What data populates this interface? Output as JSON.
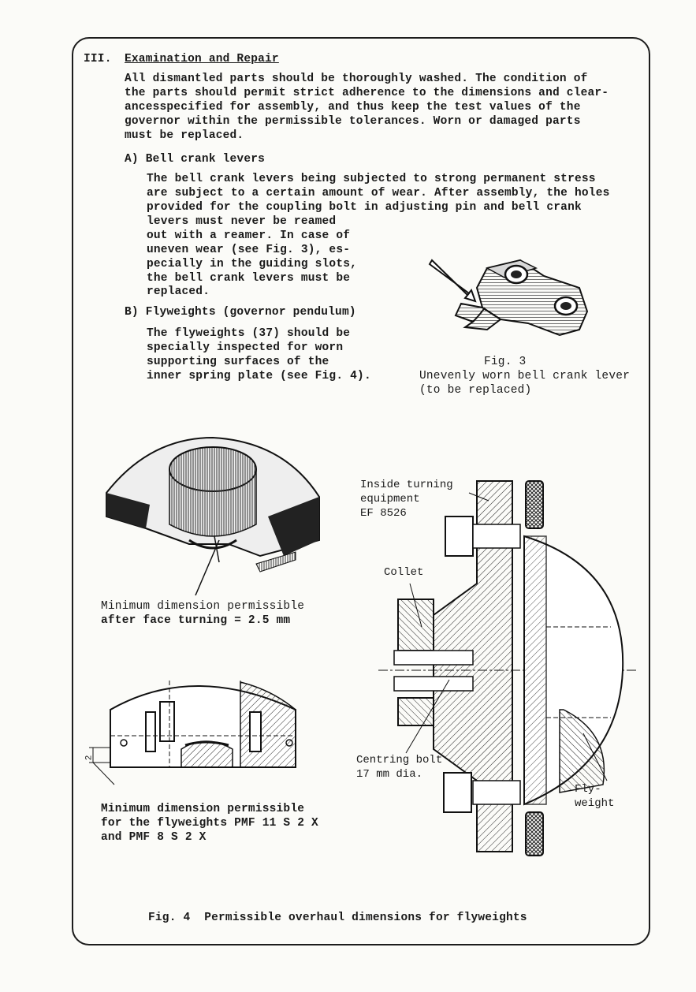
{
  "section": {
    "number": "III.",
    "title": "Examination and Repair"
  },
  "intro": [
    "All dismantled parts should be thoroughly washed. The condition of",
    "the parts should permit strict adherence to the dimensions and clear-",
    "ancesspecified for assembly, and thus keep the test values of the",
    "governor within the permissible tolerances. Worn or damaged parts",
    "must be replaced."
  ],
  "subsection_a": {
    "heading": "A) Bell crank levers",
    "lines": [
      "The bell crank levers being subjected to strong permanent stress",
      "are subject to a certain amount of wear. After assembly, the holes",
      "provided for the coupling bolt in adjusting pin and bell crank",
      "levers must never be reamed",
      "out with a reamer. In case of",
      "uneven wear (see Fig. 3), es-",
      "pecially in the guiding slots,",
      "the bell crank levers must be",
      "replaced."
    ]
  },
  "subsection_b": {
    "heading": "B) Flyweights (governor pendulum)",
    "lines": [
      "The flyweights (37) should be",
      "specially inspected for worn",
      "supporting surfaces of the",
      "inner spring plate (see Fig. 4)."
    ]
  },
  "fig3": {
    "number": "Fig. 3",
    "caption_1": "Unevenly worn bell crank lever",
    "caption_2": "(to be replaced)"
  },
  "fig4": {
    "caption_top_1": "Minimum dimension permissible",
    "caption_top_2": "after face turning = 2.5 mm",
    "dim_mark": "2",
    "caption_bottom_1": "Minimum dimension permissible",
    "caption_bottom_2": "for the flyweights PMF 11 S 2 X",
    "caption_bottom_3": "and PMF 8 S 2 X",
    "label_inside_1": "Inside turning",
    "label_inside_2": "equipment",
    "label_inside_3": "EF 8526",
    "label_collet": "Collet",
    "label_centring_1": "Centring bolt",
    "label_centring_2": "17 mm dia.",
    "label_fly_1": "Fly-",
    "label_fly_2": "weight",
    "title": "Fig. 4  Permissible overhaul dimensions for flyweights"
  }
}
